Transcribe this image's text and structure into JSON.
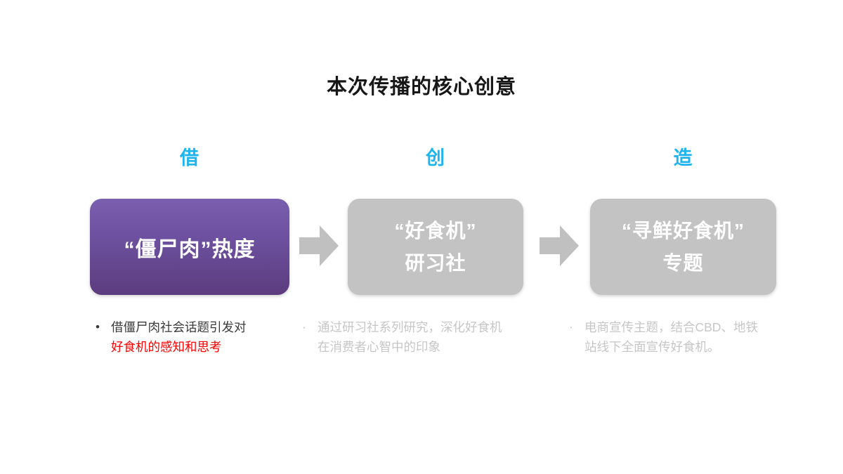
{
  "slide": {
    "title": "本次传播的核心创意",
    "title_color": "#171717",
    "background_color": "#ffffff"
  },
  "accent_colors": {
    "label_blue": "#1FB4EE",
    "box_purple_top": "#7A5FAE",
    "box_purple_bottom": "#5C3C7E",
    "box_gray": "#C3C3C3",
    "arrow_gray": "#C0C0C0",
    "highlight_red": "#FF0000",
    "body_dark": "#3A3A3A",
    "body_muted": "#C6C6C6"
  },
  "columns": [
    {
      "label": "借",
      "box": {
        "style": "purple-gradient",
        "lines": [
          "“僵尸肉”热度"
        ]
      },
      "bullet": {
        "marker": "•",
        "marker_color": "#3A3A3A",
        "lines": [
          {
            "text": "借僵尸肉社会话题引发对",
            "color": "#3A3A3A"
          },
          {
            "text": "好食机的感知和思考",
            "color": "#FF0000"
          }
        ]
      }
    },
    {
      "label": "创",
      "box": {
        "style": "gray",
        "lines": [
          "“好食机”",
          "研习社"
        ]
      },
      "bullet": {
        "marker": "·",
        "marker_color": "#BFBFBF",
        "lines": [
          {
            "text": "通过研习社系列研究，深化好食机",
            "color": "#C6C6C6"
          },
          {
            "text": "在消费者心智中的印象",
            "color": "#C6C6C6"
          }
        ]
      }
    },
    {
      "label": "造",
      "box": {
        "style": "gray",
        "lines": [
          "“寻鲜好食机”",
          "专题"
        ]
      },
      "bullet": {
        "marker": "·",
        "marker_color": "#BFBFBF",
        "lines": [
          {
            "text": "电商宣传主题，结合CBD、地铁",
            "color": "#C6C6C6"
          },
          {
            "text": "站线下全面宣传好食机。",
            "color": "#C6C6C6"
          }
        ]
      }
    }
  ],
  "arrows": [
    {
      "name": "arrow-step-1-to-2",
      "direction": "right",
      "color": "#C0C0C0"
    },
    {
      "name": "arrow-step-2-to-3",
      "direction": "right",
      "color": "#C0C0C0"
    }
  ]
}
